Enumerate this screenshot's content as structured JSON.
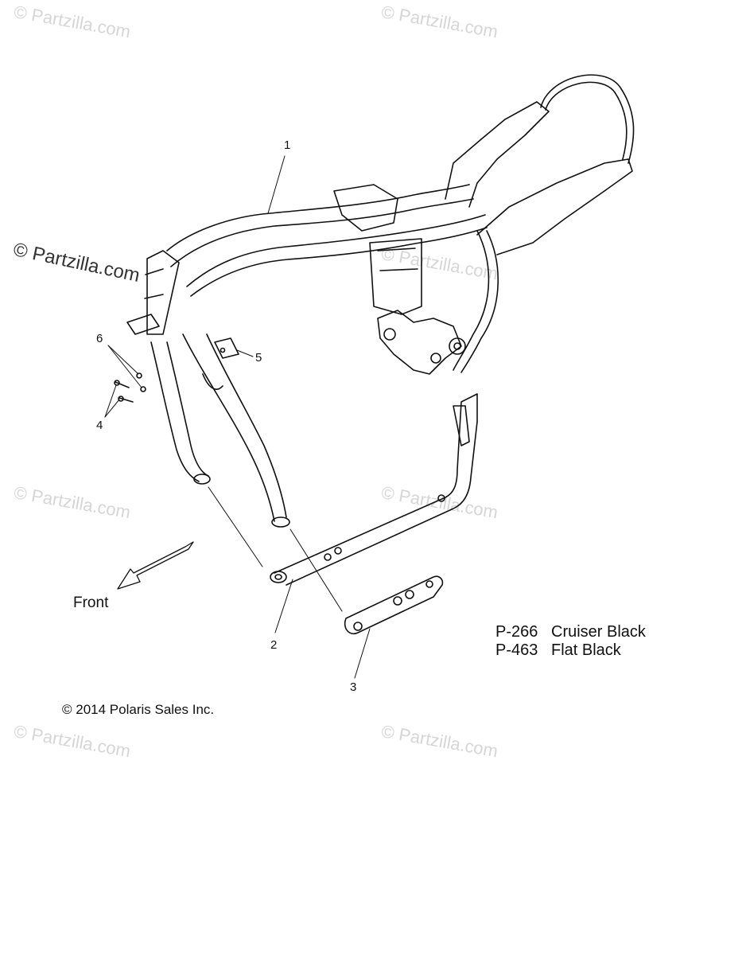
{
  "watermark_text": "© Partzilla.com",
  "watermarks": [
    {
      "id": "wm-1",
      "text": "© Partzilla.com"
    },
    {
      "id": "wm-2",
      "text": "© Partzilla.com"
    },
    {
      "id": "wm-3",
      "text": "© Partzilla.com"
    },
    {
      "id": "wm-4",
      "text": "© Partzilla.com"
    },
    {
      "id": "wm-5",
      "text": "© Partzilla.com"
    },
    {
      "id": "wm-6",
      "text": "© Partzilla.com"
    },
    {
      "id": "wm-7",
      "text": "© Partzilla.com"
    }
  ],
  "callouts": {
    "c1": "1",
    "c2": "2",
    "c3": "3",
    "c4": "4",
    "c5": "5",
    "c6": "6"
  },
  "front_label": "Front",
  "paint_codes": [
    {
      "code": "P-266",
      "name": "Cruiser Black"
    },
    {
      "code": "P-463",
      "name": "Flat Black"
    }
  ],
  "copyright": "© 2014 Polaris Sales Inc."
}
